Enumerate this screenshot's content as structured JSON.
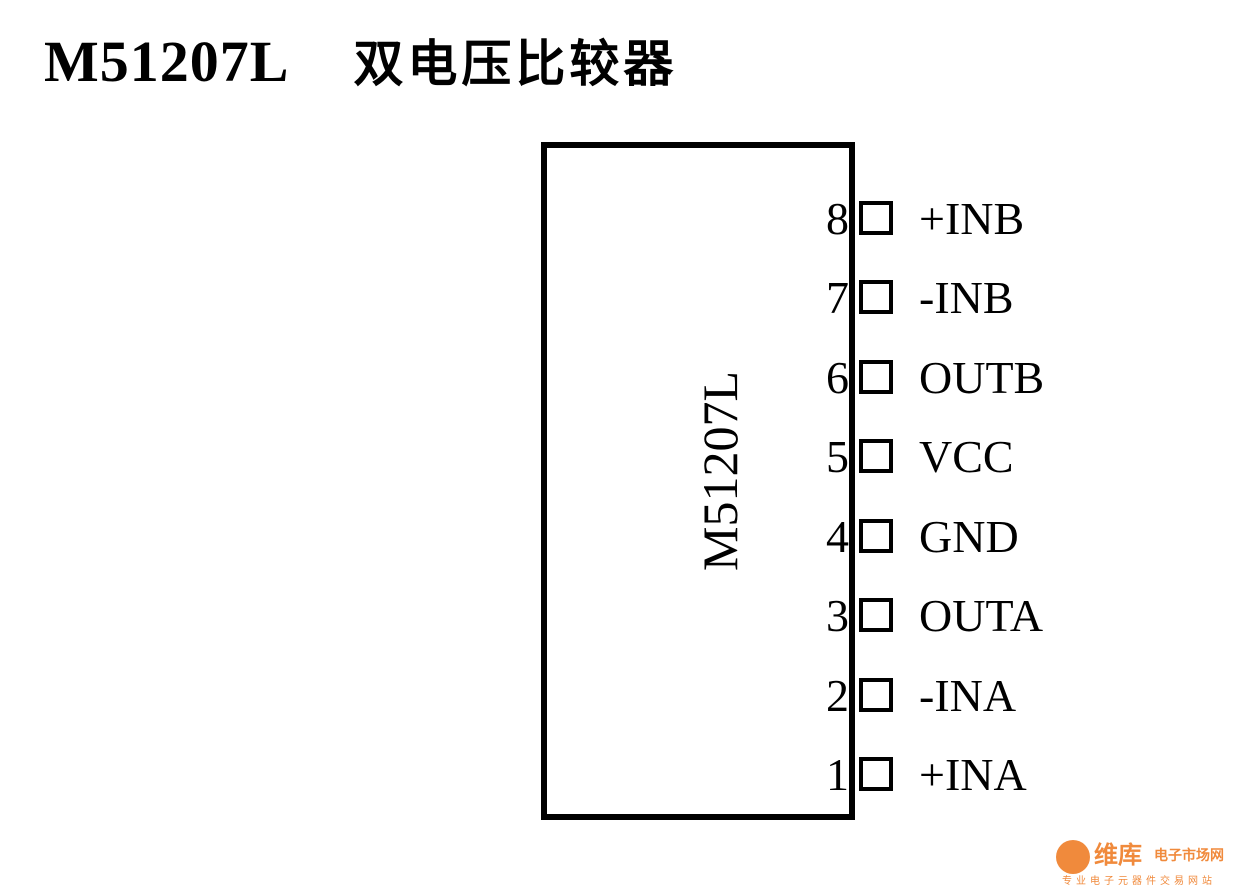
{
  "title": {
    "part_number": "M51207L",
    "description": "双电压比较器"
  },
  "chip": {
    "label": "M51207L",
    "pins": [
      {
        "number": "8",
        "name": "+INB"
      },
      {
        "number": "7",
        "name": "-INB"
      },
      {
        "number": "6",
        "name": "OUTB"
      },
      {
        "number": "5",
        "name": "VCC"
      },
      {
        "number": "4",
        "name": "GND"
      },
      {
        "number": "3",
        "name": "OUTA"
      },
      {
        "number": "2",
        "name": "-INA"
      },
      {
        "number": "1",
        "name": "+INA"
      }
    ]
  },
  "watermark": {
    "brand": "维库",
    "subtitle": "电子市场网",
    "tagline": "专业电子元器件交易网站",
    "color": "#f08a3c"
  }
}
